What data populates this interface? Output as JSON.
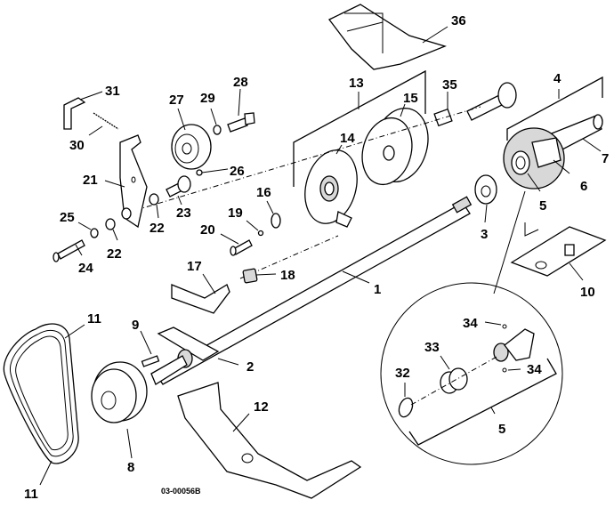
{
  "drawing": {
    "type": "exploded parts diagram",
    "drawing_number": "03-00056B"
  },
  "callouts": {
    "c1": "1",
    "c2": "2",
    "c3": "3",
    "c4": "4",
    "c5a": "5",
    "c5b": "5",
    "c6": "6",
    "c7": "7",
    "c8": "8",
    "c9": "9",
    "c10": "10",
    "c11a": "11",
    "c11b": "11",
    "c12": "12",
    "c13": "13",
    "c14": "14",
    "c15": "15",
    "c16": "16",
    "c17": "17",
    "c18": "18",
    "c19": "19",
    "c20": "20",
    "c21": "21",
    "c22a": "22",
    "c22b": "22",
    "c23": "23",
    "c24": "24",
    "c25": "25",
    "c26": "26",
    "c27": "27",
    "c28": "28",
    "c29": "29",
    "c30": "30",
    "c31": "31",
    "c32": "32",
    "c33": "33",
    "c34a": "34",
    "c34b": "34",
    "c35": "35",
    "c36": "36"
  },
  "detail_view": {
    "label": "5",
    "contains": [
      "32",
      "33",
      "34",
      "34"
    ]
  }
}
